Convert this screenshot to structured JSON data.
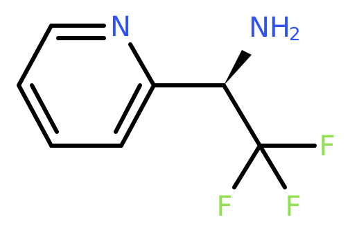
{
  "molecule": {
    "atoms": {
      "pyridine_n": {
        "symbol": "N",
        "color": "#3050F8"
      },
      "amine": {
        "symbol": "NH",
        "subscript": "2",
        "color": "#3050F8"
      },
      "fluorine_right": {
        "symbol": "F",
        "color": "#90E050"
      },
      "fluorine_left": {
        "symbol": "F",
        "color": "#90E050"
      },
      "fluorine_bottom": {
        "symbol": "F",
        "color": "#90E050"
      }
    },
    "bond_color": "#000000",
    "background_color": "#ffffff"
  }
}
